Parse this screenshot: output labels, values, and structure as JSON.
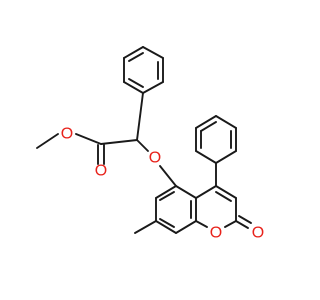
{
  "colors": {
    "bond": "#1a1a1a",
    "oxygen": "#e8221b",
    "background": "#ffffff"
  },
  "atoms": [
    {
      "id": "O_ester",
      "label": "O",
      "element": "O"
    },
    {
      "id": "O_carbonyl_ester",
      "label": "O",
      "element": "O"
    },
    {
      "id": "O_ether",
      "label": "O",
      "element": "O"
    },
    {
      "id": "O_ring",
      "label": "O",
      "element": "O"
    },
    {
      "id": "O_lactone",
      "label": "O",
      "element": "O"
    }
  ]
}
